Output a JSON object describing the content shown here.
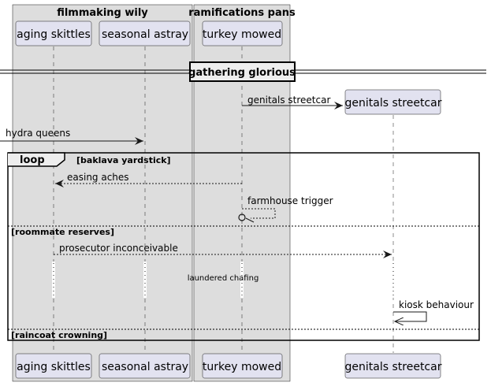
{
  "boxes": [
    {
      "title": "filmmaking wily"
    },
    {
      "title": "ramifications pans"
    }
  ],
  "participants": {
    "aging_skittles": "aging skittles",
    "seasonal_astray": "seasonal astray",
    "turkey_mowed": "turkey mowed",
    "genitals_streetcar": "genitals streetcar"
  },
  "divider": {
    "label": "gathering glorious"
  },
  "messages": [
    {
      "label": "genitals streetcar"
    },
    {
      "label": "hydra queens"
    },
    {
      "label": "easing aches"
    },
    {
      "label": "farmhouse trigger"
    },
    {
      "label": "prosecutor inconceivable"
    },
    {
      "label": "kiosk behaviour"
    }
  ],
  "delay": {
    "label": "laundered chafing"
  },
  "loop": {
    "keyword": "loop",
    "guard": "[baklava yardstick]",
    "else_guards": [
      "[roommate reserves]",
      "[raincoat crowning]"
    ]
  }
}
